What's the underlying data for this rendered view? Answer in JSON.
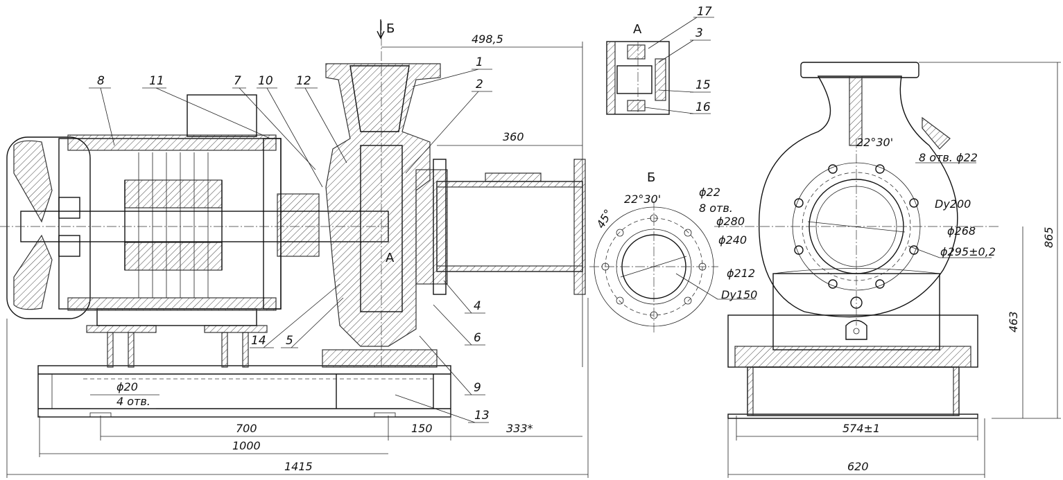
{
  "dimensions": {
    "d498": "498,5",
    "d360": "360",
    "d700": "700",
    "d150": "150",
    "d333": "333*",
    "d1000": "1000",
    "d1415": "1415",
    "d463": "463",
    "d865": "865",
    "d574": "574±1",
    "d620": "620",
    "phi20": "ϕ20",
    "holes4": "4 отв.",
    "phi22_b": "ϕ22",
    "holes8_b": "8 отв.",
    "phi280": "ϕ280",
    "phi240": "ϕ240",
    "phi212": "ϕ212",
    "dy150": "Dy150",
    "angle45": "45°",
    "angle22_b": "22°30'",
    "angle22_r": "22°30'",
    "holes8_r": "8 отв. ϕ22",
    "dy200": "Dy200",
    "phi268": "ϕ268",
    "phi295": "ϕ295±0,2"
  },
  "section_labels": {
    "b_top": "Б",
    "a_view": "А",
    "a_inner": "А",
    "b_view": "Б"
  },
  "callouts": [
    "1",
    "2",
    "3",
    "4",
    "5",
    "6",
    "7",
    "8",
    "9",
    "10",
    "11",
    "12",
    "13",
    "14",
    "15",
    "16",
    "17"
  ]
}
